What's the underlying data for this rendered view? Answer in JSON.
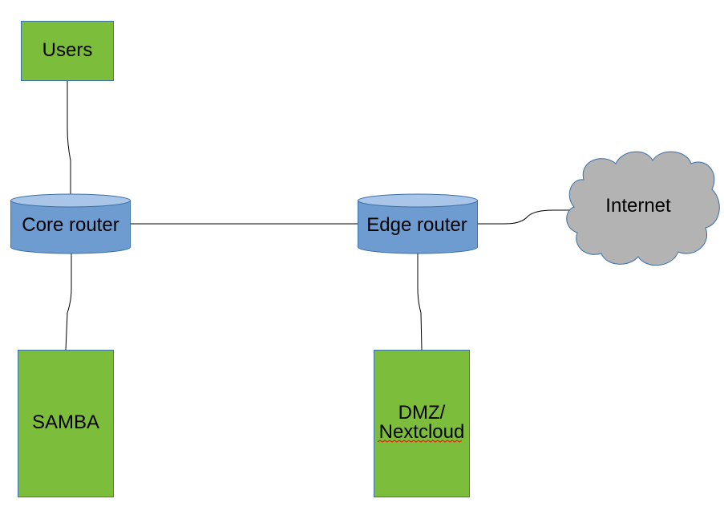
{
  "nodes": {
    "users": {
      "label": "Users",
      "shape": "rectangle"
    },
    "core_router": {
      "label": "Core router",
      "shape": "cylinder"
    },
    "edge_router": {
      "label": "Edge router",
      "shape": "cylinder"
    },
    "internet": {
      "label": "Internet",
      "shape": "cloud"
    },
    "samba": {
      "label": "SAMBA",
      "shape": "rectangle"
    },
    "dmz": {
      "label_line1": "DMZ/",
      "label_line2": "Nextcloud",
      "shape": "rectangle"
    }
  },
  "edges": [
    {
      "from": "Users",
      "to": "Core router"
    },
    {
      "from": "Core router",
      "to": "Edge router"
    },
    {
      "from": "Edge router",
      "to": "Internet"
    },
    {
      "from": "Core router",
      "to": "SAMBA"
    },
    {
      "from": "Edge router",
      "to": "DMZ/Nextcloud"
    }
  ],
  "colors": {
    "box_fill": "#7dbd3c",
    "box_stroke": "#3a6fa8",
    "router_fill": "#6e9bd0",
    "router_top": "#a9c5e8",
    "router_stroke": "#3a6fa8",
    "cloud_fill": "#b3b3b3",
    "cloud_stroke": "#3a6fa8",
    "line": "#000000",
    "spellcheck_underline": "#ff0000"
  }
}
